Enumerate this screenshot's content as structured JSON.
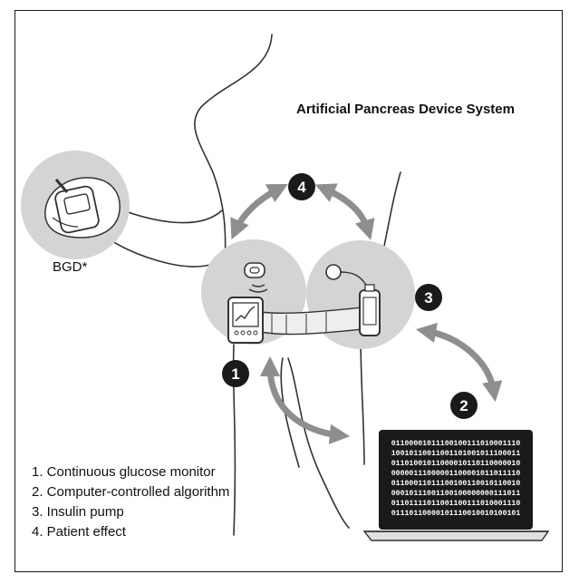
{
  "title": "Artificial Pancreas Device System",
  "bgd_label": "BGD*",
  "steps": [
    {
      "number": "1",
      "label": "Continuous glucose monitor"
    },
    {
      "number": "2",
      "label": "Computer-controlled algorithm"
    },
    {
      "number": "3",
      "label": "Insulin pump"
    },
    {
      "number": "4",
      "label": "Patient effect"
    }
  ],
  "legend": [
    "1. Continuous glucose monitor",
    "2. Computer-controlled algorithm",
    "3. Insulin pump",
    "4. Patient effect"
  ],
  "laptop_code": [
    "01100001011100100111010001110",
    "10010110011001101001011100011",
    "01101001011000010110110000010",
    "00000111000001100001011011110",
    "01100011011100100110010110010",
    "00010111001100100000000111011",
    "01101111011001100111010001110",
    "01110110000101110010010100101"
  ],
  "colors": {
    "circle": "#d4d4d4",
    "arrow": "#8e8e8e",
    "badge": "#1a1a1a",
    "line": "#333333"
  }
}
